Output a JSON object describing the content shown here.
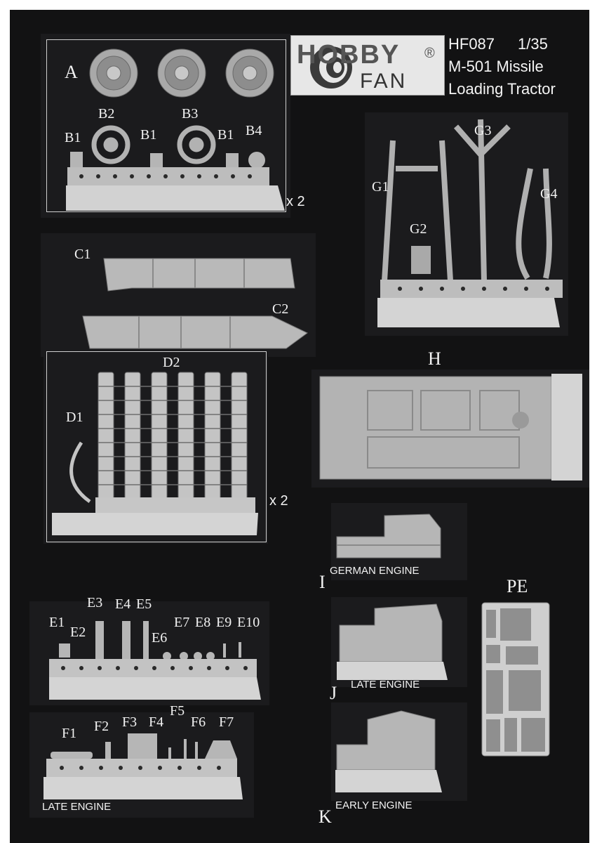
{
  "header": {
    "logo": {
      "word1": "HOBBY",
      "registered": "®",
      "word2": "FAN"
    },
    "code": "HF087",
    "scale": "1/35",
    "title_line1": "M-501 Missile",
    "title_line2": "Loading Tractor"
  },
  "parts": {
    "A": "A",
    "B1": "B1",
    "B2": "B2",
    "B3": "B3",
    "B4": "B4",
    "C1": "C1",
    "C2": "C2",
    "D1": "D1",
    "D2": "D2",
    "E1": "E1",
    "E2": "E2",
    "E3": "E3",
    "E4": "E4",
    "E5": "E5",
    "E6": "E6",
    "E7": "E7",
    "E8": "E8",
    "E9": "E9",
    "E10": "E10",
    "F1": "F1",
    "F2": "F2",
    "F3": "F3",
    "F4": "F4",
    "F5": "F5",
    "F6": "F6",
    "F7": "F7",
    "G1": "G1",
    "G2": "G2",
    "G3": "G3",
    "G4": "G4",
    "H": "H",
    "I": "I",
    "J": "J",
    "K": "K",
    "PE": "PE"
  },
  "multipliers": {
    "sprue_ab": "x 2",
    "sprue_d": "x 2"
  },
  "captions": {
    "i_engine": "GERMAN ENGINE",
    "j_engine": "LATE ENGINE",
    "k_engine": "EARLY ENGINE",
    "f_engine": "LATE ENGINE"
  },
  "colors": {
    "background": "#121213",
    "resin": "#b9b9b9",
    "text": "#f2f2f2"
  }
}
